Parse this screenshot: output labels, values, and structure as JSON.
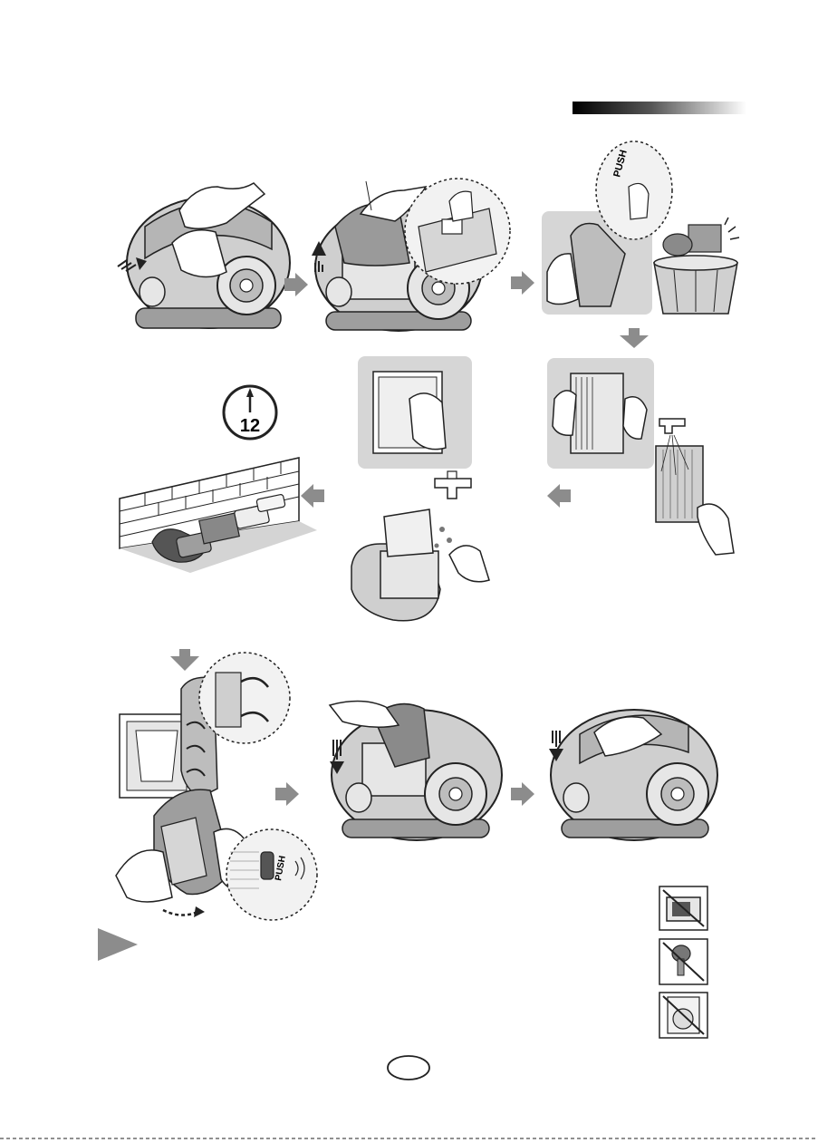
{
  "clock": {
    "label": "12"
  },
  "push_labels": {
    "top": "PUSH",
    "bottom": "PUSH"
  },
  "colors": {
    "arrow": "#8c8c8c",
    "panel": "#d6d6d6",
    "body_gray": "#bdbdbd",
    "dark": "#3a3a3a",
    "header_bar_start": "#000000",
    "header_bar_end": "#ffffff"
  },
  "icons": {
    "warning_1": "no-microwave-dry-icon",
    "warning_2": "no-hairdryer-icon",
    "warning_3": "no-washing-machine-icon"
  }
}
